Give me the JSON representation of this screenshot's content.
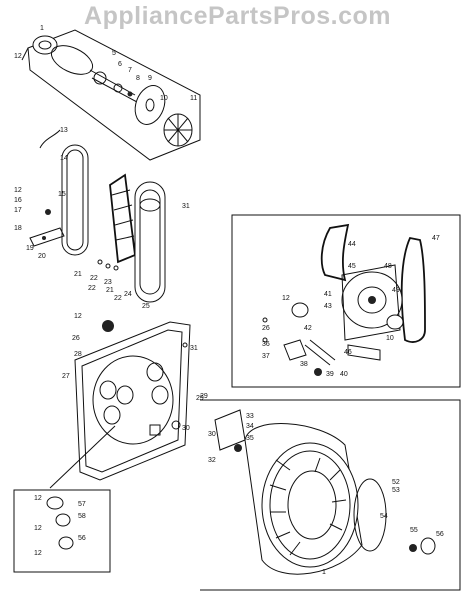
{
  "watermark": "AppliancePartsPros.com",
  "callouts": {
    "top_group": [
      "12",
      "1",
      "5",
      "6",
      "7",
      "8",
      "9",
      "10",
      "11"
    ],
    "belt_group": [
      "13",
      "14",
      "12",
      "15",
      "16",
      "17",
      "18",
      "19",
      "20",
      "21",
      "22",
      "23",
      "24",
      "25",
      "31",
      "22",
      "21",
      "22"
    ],
    "inset_motor": [
      "44",
      "45",
      "47",
      "48",
      "49",
      "41",
      "42",
      "43",
      "38",
      "39",
      "40",
      "36",
      "37",
      "46",
      "26",
      "12",
      "10"
    ],
    "bulkhead": [
      "12",
      "26",
      "27",
      "28",
      "29",
      "30",
      "31"
    ],
    "drum": [
      "29",
      "33",
      "34",
      "35",
      "32",
      "30",
      "52",
      "53",
      "54",
      "55",
      "56",
      "1"
    ],
    "small_parts": [
      "12",
      "57",
      "12",
      "58",
      "12",
      "56"
    ]
  }
}
